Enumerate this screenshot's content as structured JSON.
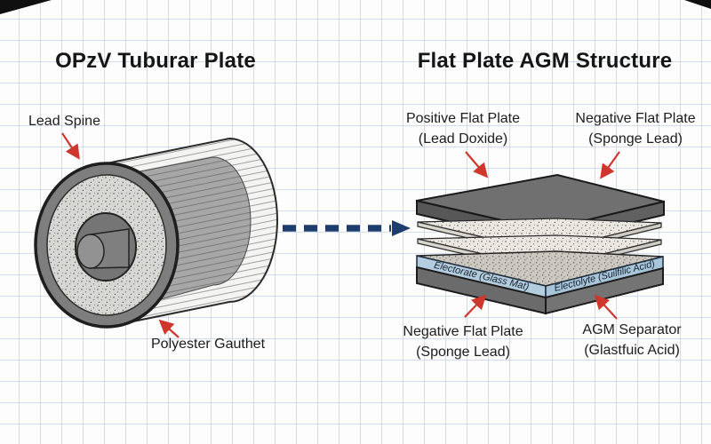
{
  "left": {
    "title": "OPzV Tuburar Plate",
    "labels": {
      "lead_spine": "Lead Spine",
      "polyester_gauthet": "Polyester Gauthet"
    }
  },
  "right": {
    "title": "Flat Plate AGM Structure",
    "callouts": [
      {
        "line1": "Positive Flat Plate",
        "line2": "(Lead Doxide)"
      },
      {
        "line1": "Negative Flat Plate",
        "line2": "(Sponge Lead)"
      },
      {
        "line1": "Negative Flat Plate",
        "line2": "(Sponge Lead)"
      },
      {
        "line1": "AGM Separator",
        "line2": "(Glastfuic Acid)"
      }
    ],
    "layer_labels": {
      "glass_mat": "Electorate (Glass Mat)",
      "acid": "Electolyte (Suilfilic Acid)"
    }
  },
  "colors": {
    "red_arrow": "#cf372c",
    "navy_arrow": "#1e3c6d",
    "grid_line": "#b2c4db",
    "plate_gray": "#707070",
    "electrolyte_band": "#b3cddf",
    "speckle_base": "#d7d7d4"
  }
}
